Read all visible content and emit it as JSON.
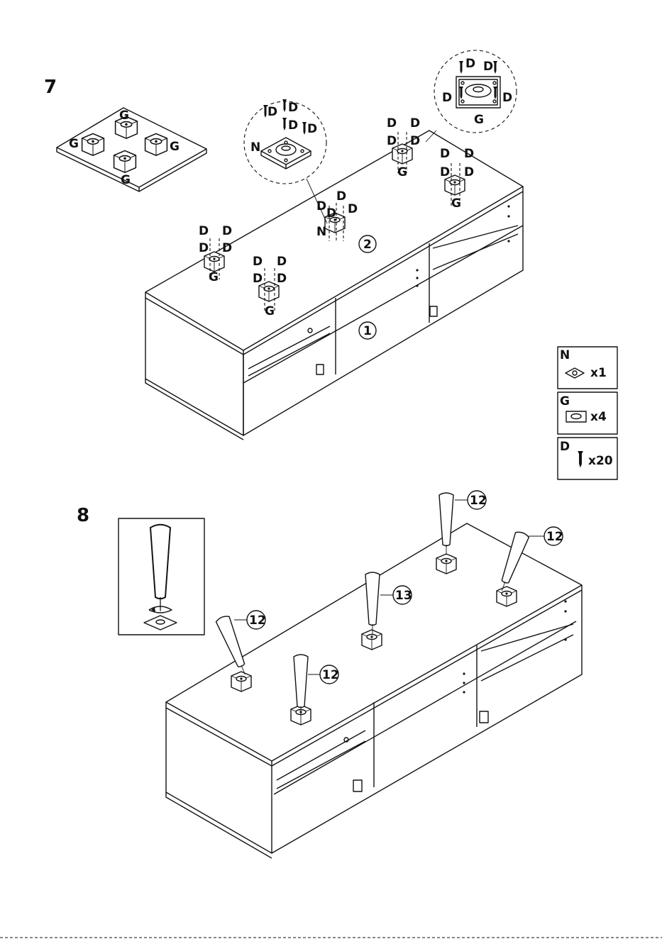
{
  "steps": {
    "seven": "7",
    "eight": "8"
  },
  "part_labels": {
    "n": "N",
    "g": "G",
    "d": "D"
  },
  "part_numbers": {
    "one": "1",
    "two": "2",
    "twelve": "12",
    "thirteen": "13"
  },
  "parts_list": [
    {
      "letter": "N",
      "quantity": "x1",
      "icon": "leg-plate-with-hole-icon"
    },
    {
      "letter": "G",
      "quantity": "x4",
      "icon": "leg-mounting-plate-icon"
    },
    {
      "letter": "D",
      "quantity": "x20",
      "icon": "screw-icon"
    }
  ],
  "colors": {
    "line": "#111111",
    "background": "#ffffff"
  }
}
